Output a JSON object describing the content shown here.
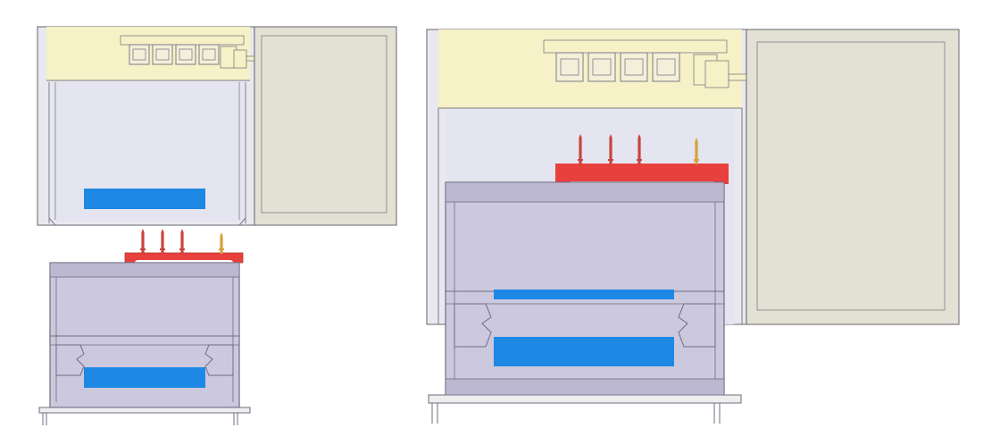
{
  "figure": {
    "panels": [
      {
        "id": "left",
        "state": "separated"
      },
      {
        "id": "right",
        "state": "mated"
      }
    ],
    "colors": {
      "background": "#ffffff",
      "housing_fill": "#e8e8ee",
      "housing_stroke": "#7d7d86",
      "header_fill": "#f6f1c6",
      "cavity_fill": "#e4e5f0",
      "side_panel_fill": "#e3e1d3",
      "module_fill": "#ccc8de",
      "module_dark": "#bdb8d2",
      "module_stroke": "#6f6c80",
      "label_blue": "#1e88e5",
      "connector_red": "#e8403c",
      "pin_red": "#c8443f",
      "pin_gold": "#d6a23a",
      "base_plate": "#eeeeee"
    },
    "icons": [
      "pin-header-icon",
      "connector-block-icon",
      "latch-icon"
    ]
  }
}
